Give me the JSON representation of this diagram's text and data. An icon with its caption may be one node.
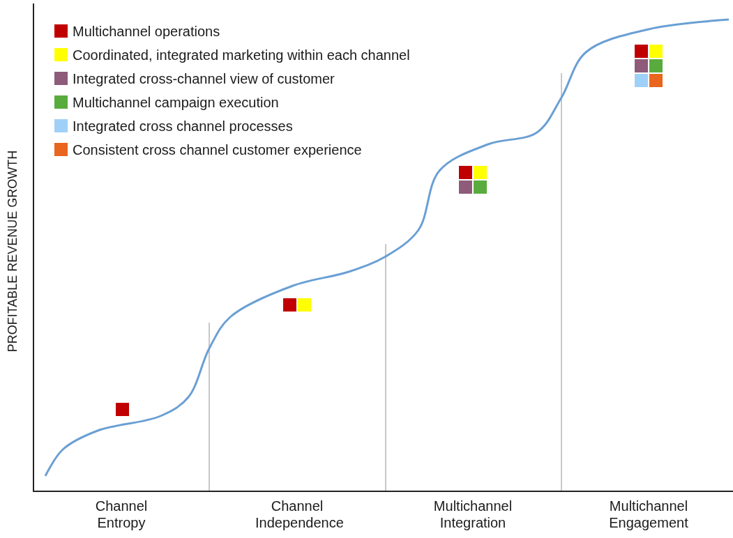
{
  "diagram": {
    "labels": [
      "PROFITABLE REVENUE GROWTH",
      "Channel Entropy",
      "Channel Independence",
      "Multichannel Integration",
      "Multichannel Engagement"
    ],
    "legend": [
      {
        "text": "Multichannel operations",
        "color": "#c00000"
      },
      {
        "text": "Coordinated, integrated marketing within each channel",
        "color": "#ffff00"
      },
      {
        "text": "Integrated cross-channel view of customer",
        "color": "#8e5b7a"
      },
      {
        "text": "Multichannel campaign execution",
        "color": "#5aab3e"
      },
      {
        "text": "Integrated cross channel processes",
        "color": "#9fd0f8"
      },
      {
        "text": "Consistent cross channel customer experience",
        "color": "#e8661e"
      }
    ]
  }
}
